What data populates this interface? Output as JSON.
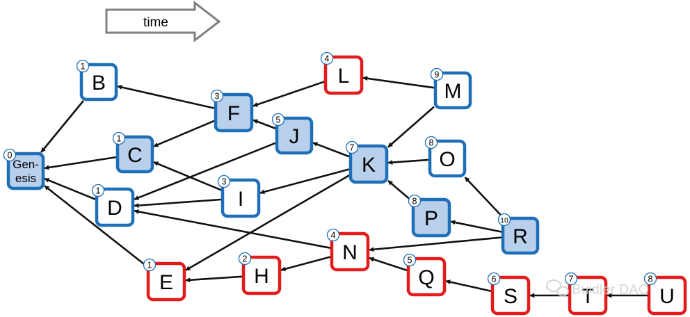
{
  "time_arrow": {
    "label": "time"
  },
  "colors": {
    "blue_border": "#1f6fb8",
    "red_border": "#e31b1b",
    "blue_fill": "#b8d0ec",
    "white_fill": "#ffffff",
    "edge": "#111111",
    "time_arrow_stroke": "#7f7f7f"
  },
  "nodes": [
    {
      "id": "Genesis",
      "label_lines": [
        "Gen-",
        "esis"
      ],
      "badge": "0",
      "border": "blue",
      "fill": "blue"
    },
    {
      "id": "B",
      "label_lines": [
        "B"
      ],
      "badge": "1",
      "border": "blue",
      "fill": "white"
    },
    {
      "id": "C",
      "label_lines": [
        "C"
      ],
      "badge": "1",
      "border": "blue",
      "fill": "blue"
    },
    {
      "id": "D",
      "label_lines": [
        "D"
      ],
      "badge": "1",
      "border": "blue",
      "fill": "white"
    },
    {
      "id": "E",
      "label_lines": [
        "E"
      ],
      "badge": "1",
      "border": "red",
      "fill": "white"
    },
    {
      "id": "F",
      "label_lines": [
        "F"
      ],
      "badge": "3",
      "border": "blue",
      "fill": "blue"
    },
    {
      "id": "H",
      "label_lines": [
        "H"
      ],
      "badge": "2",
      "border": "red",
      "fill": "white"
    },
    {
      "id": "I",
      "label_lines": [
        "I"
      ],
      "badge": "3",
      "border": "blue",
      "fill": "white"
    },
    {
      "id": "J",
      "label_lines": [
        "J"
      ],
      "badge": "5",
      "border": "blue",
      "fill": "blue"
    },
    {
      "id": "K",
      "label_lines": [
        "K"
      ],
      "badge": "7",
      "border": "blue",
      "fill": "blue"
    },
    {
      "id": "L",
      "label_lines": [
        "L"
      ],
      "badge": "4",
      "border": "red",
      "fill": "white"
    },
    {
      "id": "M",
      "label_lines": [
        "M"
      ],
      "badge": "9",
      "border": "blue",
      "fill": "white"
    },
    {
      "id": "N",
      "label_lines": [
        "N"
      ],
      "badge": "4",
      "border": "red",
      "fill": "white"
    },
    {
      "id": "O",
      "label_lines": [
        "O"
      ],
      "badge": "8",
      "border": "blue",
      "fill": "white"
    },
    {
      "id": "P",
      "label_lines": [
        "P"
      ],
      "badge": "8",
      "border": "blue",
      "fill": "blue"
    },
    {
      "id": "Q",
      "label_lines": [
        "Q"
      ],
      "badge": "5",
      "border": "red",
      "fill": "white"
    },
    {
      "id": "R",
      "label_lines": [
        "R"
      ],
      "badge": "10",
      "border": "blue",
      "fill": "blue"
    },
    {
      "id": "S",
      "label_lines": [
        "S"
      ],
      "badge": "6",
      "border": "red",
      "fill": "white"
    },
    {
      "id": "T",
      "label_lines": [
        "T"
      ],
      "badge": "7",
      "border": "red",
      "fill": "white"
    },
    {
      "id": "U",
      "label_lines": [
        "U"
      ],
      "badge": "8",
      "border": "red",
      "fill": "white"
    }
  ],
  "edges": [
    {
      "from": "B",
      "to": "Genesis"
    },
    {
      "from": "C",
      "to": "Genesis"
    },
    {
      "from": "D",
      "to": "Genesis"
    },
    {
      "from": "E",
      "to": "Genesis"
    },
    {
      "from": "F",
      "to": "B"
    },
    {
      "from": "F",
      "to": "C"
    },
    {
      "from": "I",
      "to": "C"
    },
    {
      "from": "I",
      "to": "D"
    },
    {
      "from": "J",
      "to": "F"
    },
    {
      "from": "J",
      "to": "D"
    },
    {
      "from": "H",
      "to": "E"
    },
    {
      "from": "L",
      "to": "F"
    },
    {
      "from": "K",
      "to": "J"
    },
    {
      "from": "K",
      "to": "I"
    },
    {
      "from": "K",
      "to": "E"
    },
    {
      "from": "M",
      "to": "L"
    },
    {
      "from": "M",
      "to": "K"
    },
    {
      "from": "N",
      "to": "D"
    },
    {
      "from": "N",
      "to": "H"
    },
    {
      "from": "O",
      "to": "K"
    },
    {
      "from": "P",
      "to": "K"
    },
    {
      "from": "R",
      "to": "P"
    },
    {
      "from": "R",
      "to": "O"
    },
    {
      "from": "R",
      "to": "N"
    },
    {
      "from": "Q",
      "to": "N"
    },
    {
      "from": "S",
      "to": "Q"
    },
    {
      "from": "T",
      "to": "S"
    },
    {
      "from": "U",
      "to": "T"
    }
  ],
  "watermark": {
    "text": "Buidler DAO"
  }
}
